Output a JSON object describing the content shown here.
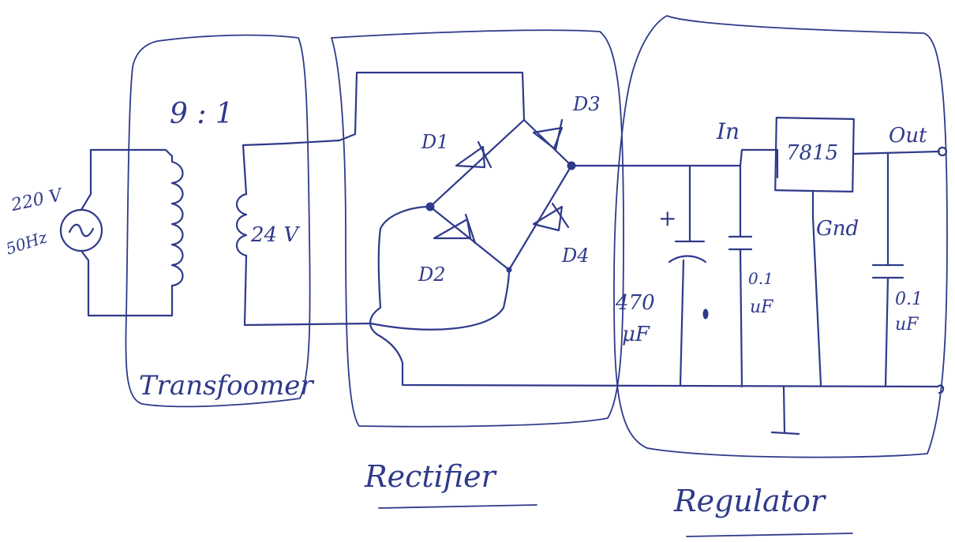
{
  "source": {
    "voltage": "220 V",
    "frequency": "50Hz",
    "symbol": "~"
  },
  "transformer": {
    "ratio": "9 : 1",
    "secondary_voltage": "24 V",
    "label": "Transfoomer"
  },
  "rectifier": {
    "diodes": [
      "D1",
      "D2",
      "D3",
      "D4"
    ],
    "label": "Rectifier"
  },
  "filter_cap": {
    "value": "470",
    "unit": "μF",
    "polarity": "+"
  },
  "regulator": {
    "ic": "7815",
    "pin_in": "In",
    "pin_out": "Out",
    "pin_gnd": "Gnd",
    "input_cap": {
      "value": "0.1",
      "unit": "uF"
    },
    "output_cap": {
      "value": "0.1",
      "unit": "uF"
    },
    "label": "Regulator"
  },
  "colors": {
    "ink": "#2f3a8a",
    "paper": "#ffffff"
  }
}
